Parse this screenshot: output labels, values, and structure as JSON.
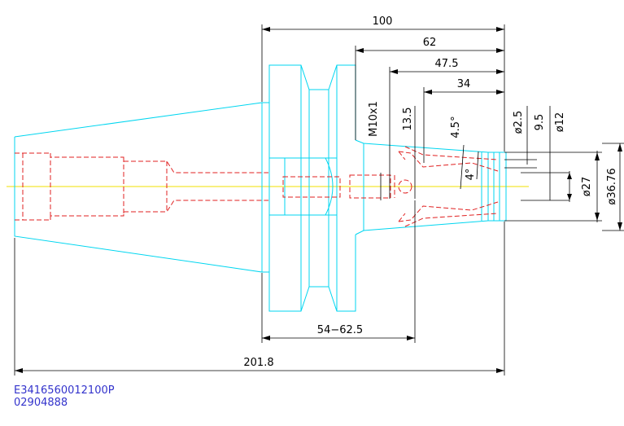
{
  "colors": {
    "outline": "#00d6f0",
    "hidden": "#e02020",
    "dimension": "#000000",
    "centerline": "#f0e000",
    "label": "#3333cc"
  },
  "dimensions": {
    "overall_100": "100",
    "length_62": "62",
    "length_47_5": "47.5",
    "length_34": "34",
    "thread": "M10x1",
    "length_13_5": "13.5",
    "angle_4_5": "4.5°",
    "angle_4": "4°",
    "dia_2_5": "ø2.5",
    "length_9_5": "9.5",
    "dia_12": "ø12",
    "dia_27": "ø27",
    "dia_36_76": "ø36.76",
    "range_54_62_5": "54−62.5",
    "total_201_8": "201.8"
  },
  "part_code": {
    "line1": "E3416560012100P",
    "line2": "02904888"
  }
}
